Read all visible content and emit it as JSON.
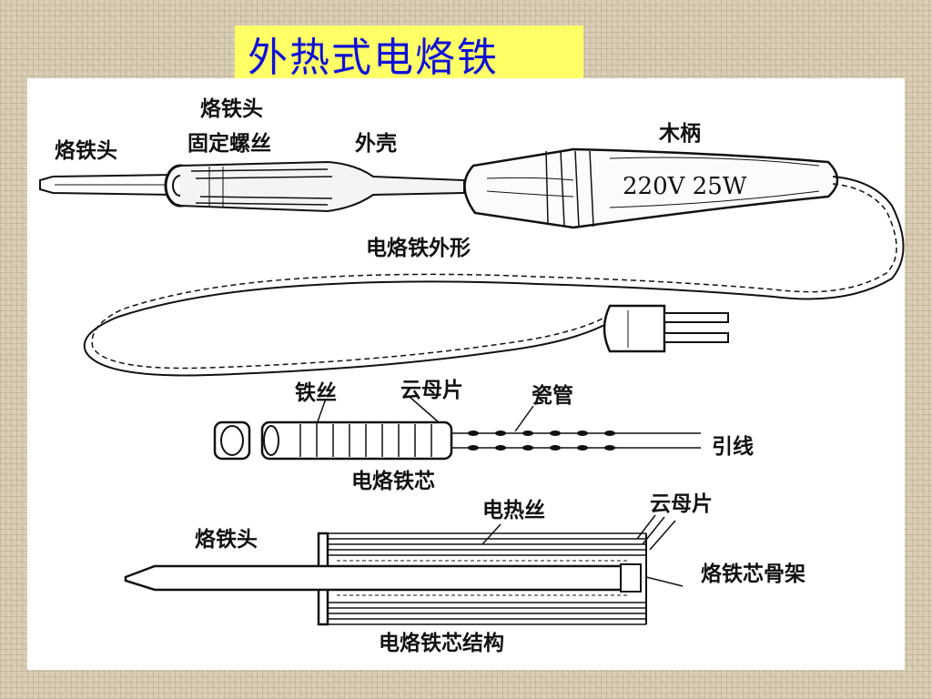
{
  "title": "外热式电烙铁",
  "colors": {
    "title_text": "#1010d8",
    "title_bg": "#ffff66",
    "panel_bg": "#ffffff"
  },
  "top_diagram": {
    "caption": "电烙铁外形",
    "labels": {
      "tip": "烙铁头",
      "tip_screw_line1": "烙铁头",
      "tip_screw_line2": "固定螺丝",
      "shell": "外壳",
      "handle": "木柄",
      "rating": "220V 25W"
    }
  },
  "middle_diagram": {
    "caption": "电烙铁芯",
    "labels": {
      "wire": "铁丝",
      "mica": "云母片",
      "ceramic": "瓷管",
      "lead": "引线"
    }
  },
  "bottom_diagram": {
    "caption": "电烙铁芯结构",
    "labels": {
      "heating_wire": "电热丝",
      "mica": "云母片",
      "tip": "烙铁头",
      "frame": "烙铁芯骨架"
    }
  }
}
